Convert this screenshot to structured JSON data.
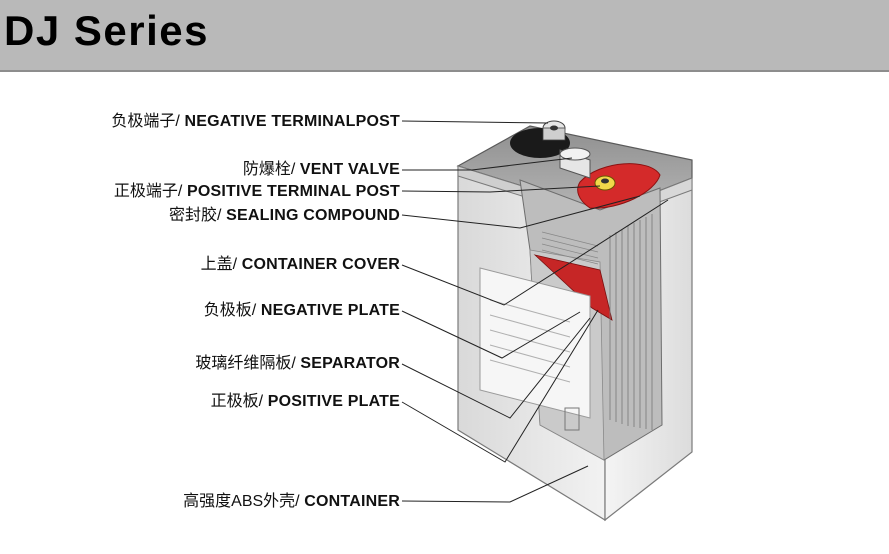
{
  "title": "DJ Series",
  "colors": {
    "header_bg": "#b9b9b9",
    "accent_red": "#d42a2a",
    "container": "#e9e9e9"
  },
  "labels": [
    {
      "id": "negative-terminal-post",
      "cn": "负极端子/",
      "en": " NEGATIVE TERMINALPOST"
    },
    {
      "id": "vent-valve",
      "cn": "防爆栓/",
      "en": " VENT VALVE"
    },
    {
      "id": "positive-terminal-post",
      "cn": "正极端子/",
      "en": " POSITIVE TERMINAL POST"
    },
    {
      "id": "sealing-compound",
      "cn": "密封胶/",
      "en": " SEALING COMPOUND"
    },
    {
      "id": "container-cover",
      "cn": "上盖/",
      "en": " CONTAINER COVER"
    },
    {
      "id": "negative-plate",
      "cn": "负极板/",
      "en": " NEGATIVE PLATE"
    },
    {
      "id": "separator",
      "cn": "玻璃纤维隔板/",
      "en": " SEPARATOR"
    },
    {
      "id": "positive-plate",
      "cn": "正极板/",
      "en": " POSITIVE PLATE"
    },
    {
      "id": "container",
      "cn": "高强度ABS外壳/",
      "en": " CONTAINER"
    }
  ]
}
